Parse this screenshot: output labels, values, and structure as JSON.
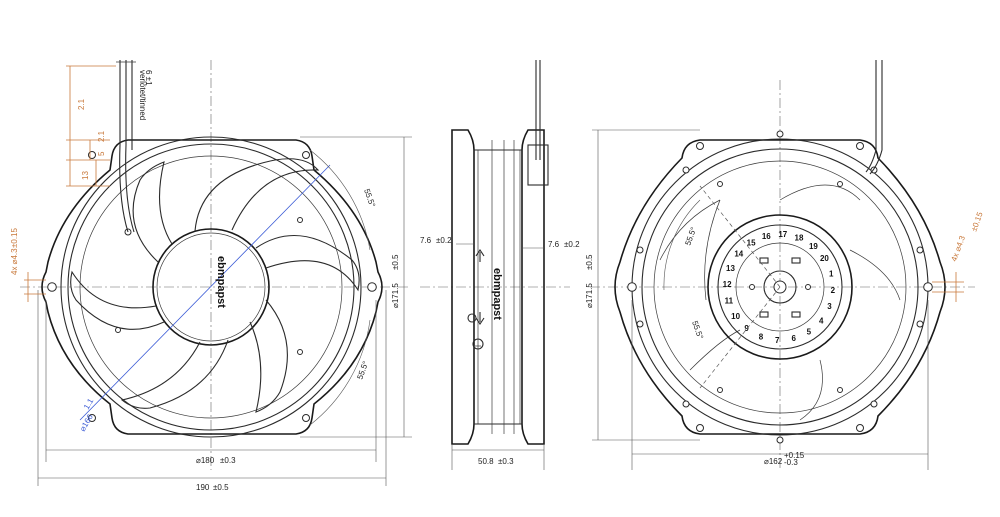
{
  "left_view": {
    "dim_outer_diameter": "⌀180",
    "dim_outer_diameter_tol": "±0.3",
    "dim_overall_width": "190",
    "dim_overall_width_tol": "±0.5",
    "dim_height": "⌀171.5",
    "dim_height_tol": "±0.5",
    "dim_mount_holes": "4x ⌀4.3",
    "dim_mount_holes_tol": "±0.15",
    "dim_angle_upper": "55.5°",
    "dim_angle_lower": "55.5°",
    "dim_inner_diameter": "⌀166",
    "dim_inner_tol": "1.1",
    "dim_lead_a": "2.1",
    "dim_lead_b": "2.1",
    "dim_lead_c": "5",
    "dim_lead_d": "13",
    "dim_lead_len": "6 ±1",
    "dim_lead_note": "verlötet/tinned",
    "logo_text": "ebmpapst"
  },
  "side_view": {
    "dim_depth": "50.8",
    "dim_depth_tol": "±0.3",
    "dim_flange_left": "7.6",
    "dim_flange_left_tol": "±0.2",
    "dim_flange_right": "7.6",
    "dim_flange_right_tol": "±0.2",
    "logo_text": "ebmpapst"
  },
  "right_view": {
    "dim_height": "⌀171.5",
    "dim_height_tol": "±0.5",
    "dim_mount_holes": "4x ⌀4.3",
    "dim_mount_holes_tol": "±0.15",
    "dim_bottom": "⌀162",
    "dim_bottom_tol_upper": "+0.15",
    "dim_bottom_tol_lower": "-0.3",
    "dim_angle_upper": "55.5°",
    "dim_angle_lower": "55.5°",
    "dial_numbers": [
      "1",
      "2",
      "3",
      "4",
      "5",
      "6",
      "7",
      "8",
      "9",
      "10",
      "11",
      "12",
      "13",
      "14",
      "15",
      "16",
      "17",
      "18",
      "19",
      "20"
    ]
  }
}
